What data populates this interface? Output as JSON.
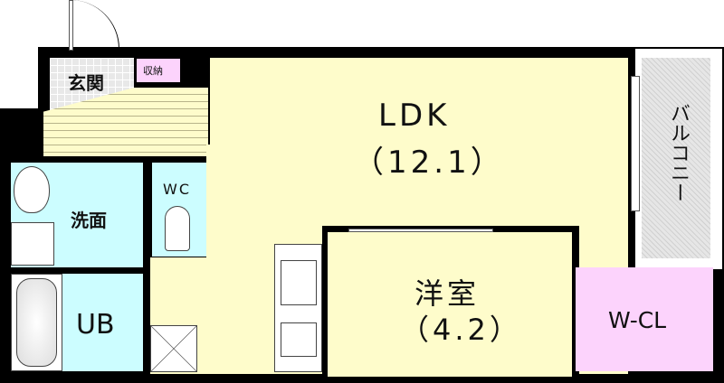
{
  "floorplan": {
    "rooms": {
      "entrance": {
        "label": "玄関"
      },
      "storage": {
        "label": "収納"
      },
      "washroom": {
        "label": "洗面"
      },
      "toilet": {
        "label": "WC"
      },
      "bath": {
        "label": "UB"
      },
      "ldk": {
        "label": "LDK",
        "area": "（12.1）"
      },
      "western_room": {
        "label": "洋室",
        "area": "（4.2）"
      },
      "walk_in_closet": {
        "label": "W-CL"
      },
      "balcony": {
        "label": "バルコニー"
      }
    },
    "colors": {
      "wall": "#000000",
      "living": "#fefccb",
      "wet_area": "#ccfdff",
      "closet": "#fcd3fc",
      "storage": "#fcd3fc",
      "balcony": "#e6e6e6",
      "entrance_tile": "#e8e8e8"
    }
  }
}
